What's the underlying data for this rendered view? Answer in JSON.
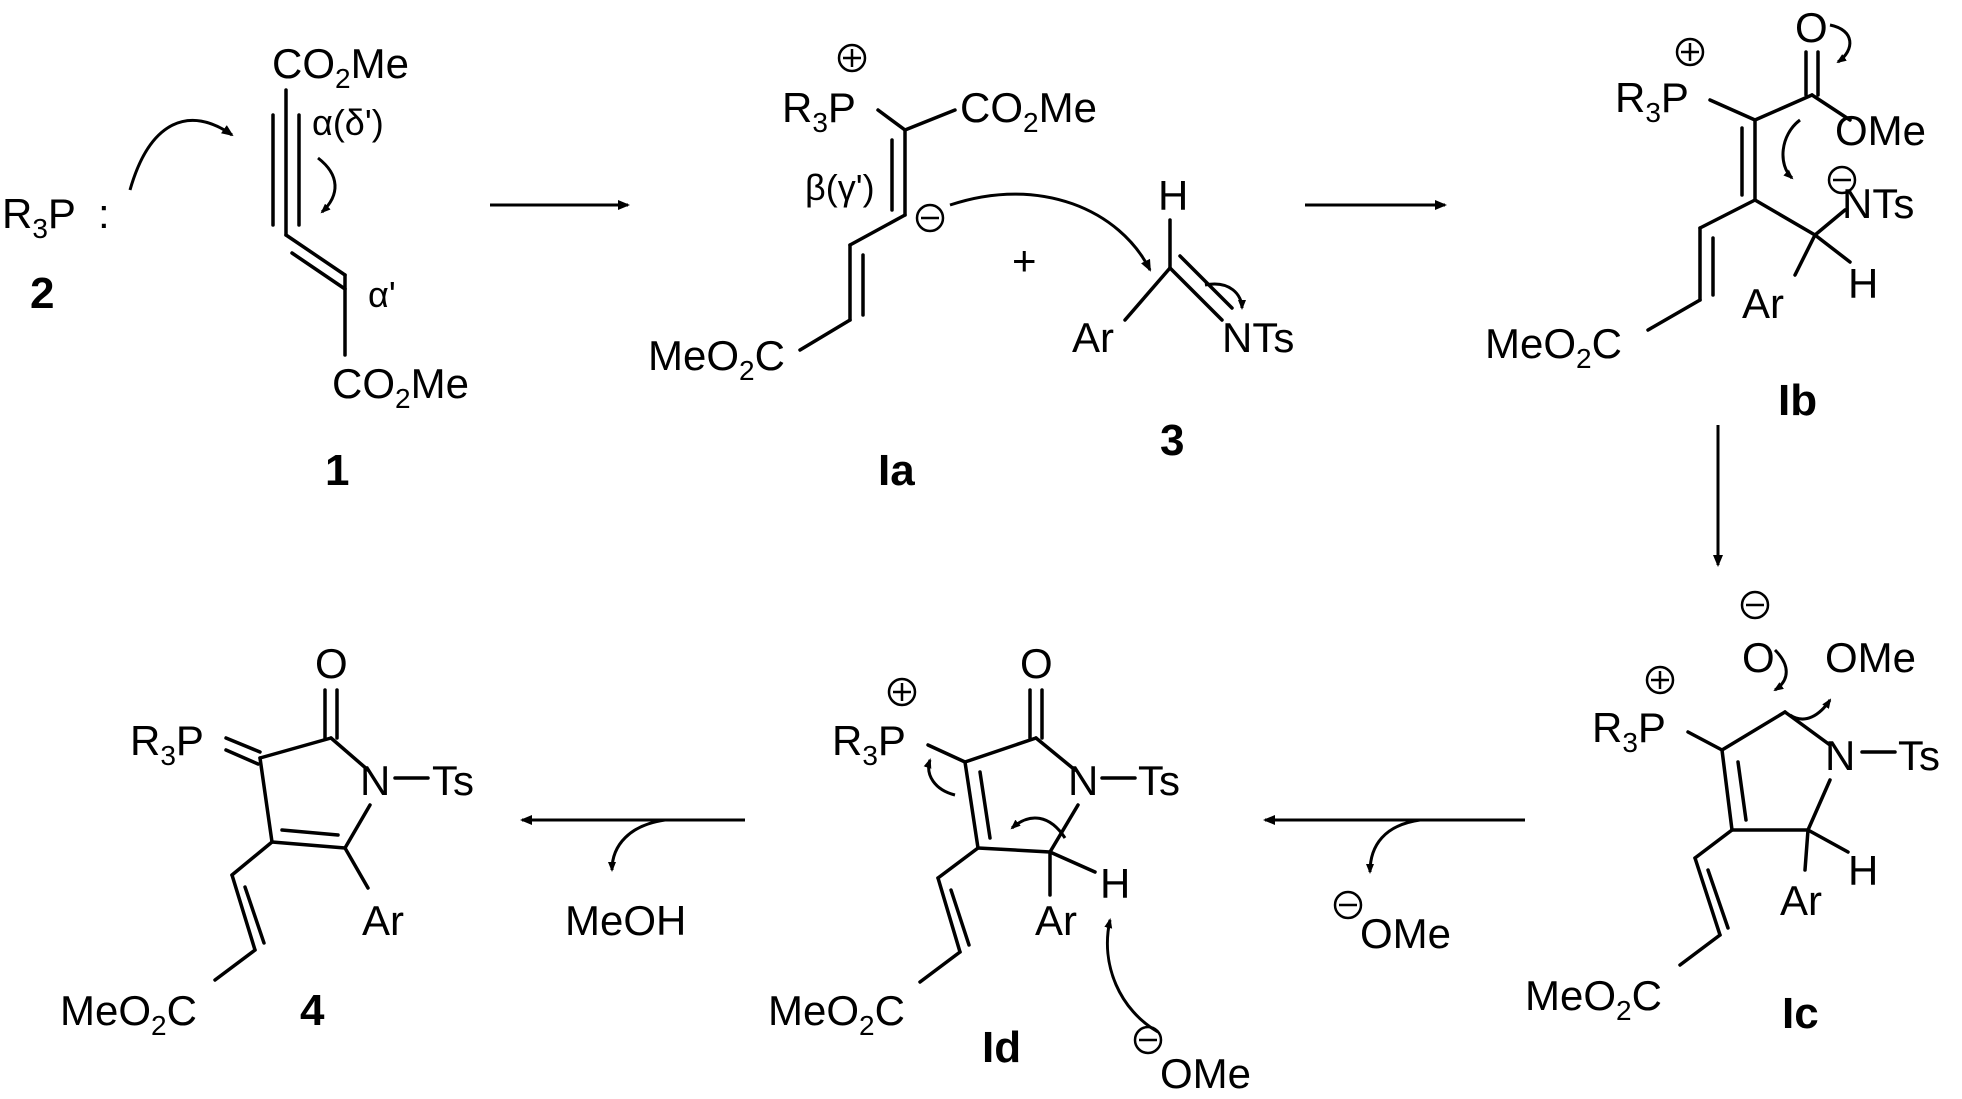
{
  "labels": {
    "r3p": "R",
    "r3p_sub": "3",
    "p": "P",
    "colon": ":",
    "co2me": "CO",
    "co2me_sub": "2",
    "co2me_tail": "Me",
    "meo2c": "MeO",
    "meo2c_sub": "2",
    "meo2c_tail": "C",
    "alpha": "α(δ')",
    "alpha_prime": "α'",
    "beta": "β(γ')",
    "plus": "+",
    "h": "H",
    "ar": "Ar",
    "nts": "NTs",
    "n_ts": "N",
    "ts": "Ts",
    "o": "O",
    "ome": "OMe",
    "meoh": "MeOH"
  },
  "compounds": {
    "c1": "1",
    "c2": "2",
    "c3": "3",
    "c4": "4",
    "ia": "Ia",
    "ib": "Ib",
    "ic": "Ic",
    "id": "Id"
  }
}
